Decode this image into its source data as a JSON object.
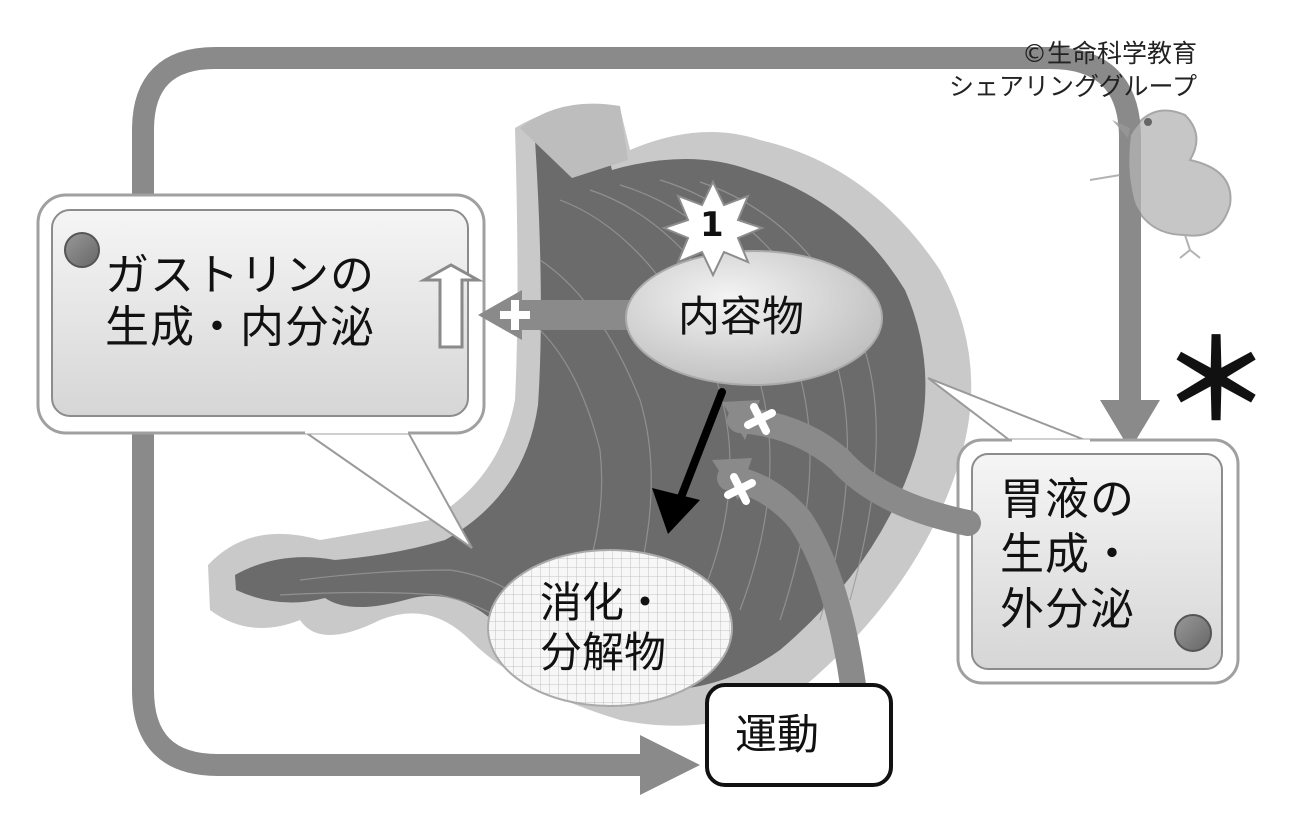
{
  "credit": {
    "line1": "©生命科学教育",
    "line2": "シェアリンググループ"
  },
  "gastrin_box": {
    "line1": "ガストリンの",
    "line2": "生成・内分泌"
  },
  "contents": {
    "label": "内容物",
    "marker_number": "1"
  },
  "digested": {
    "line1": "消化・",
    "line2": "分解物"
  },
  "gastric_box": {
    "line1": "胃液の",
    "line2": "生成・",
    "line3": "外分泌"
  },
  "motility": {
    "label": "運動"
  },
  "asterisk": "＊",
  "plus_sign": "+",
  "colors": {
    "arrow_gray": "#8a8a8a",
    "box_fill": "#e8e8e8",
    "box_border": "#8c8c8c",
    "dot_gray": "#7f7f7f",
    "stomach_dark": "#6b6b6b",
    "stomach_light": "#c9c9c9"
  },
  "icons": [
    "stomach-illustration",
    "bird-doodle-icon",
    "burst-star-icon",
    "up-arrow-icon",
    "plus-icon",
    "grid-ellipse"
  ]
}
